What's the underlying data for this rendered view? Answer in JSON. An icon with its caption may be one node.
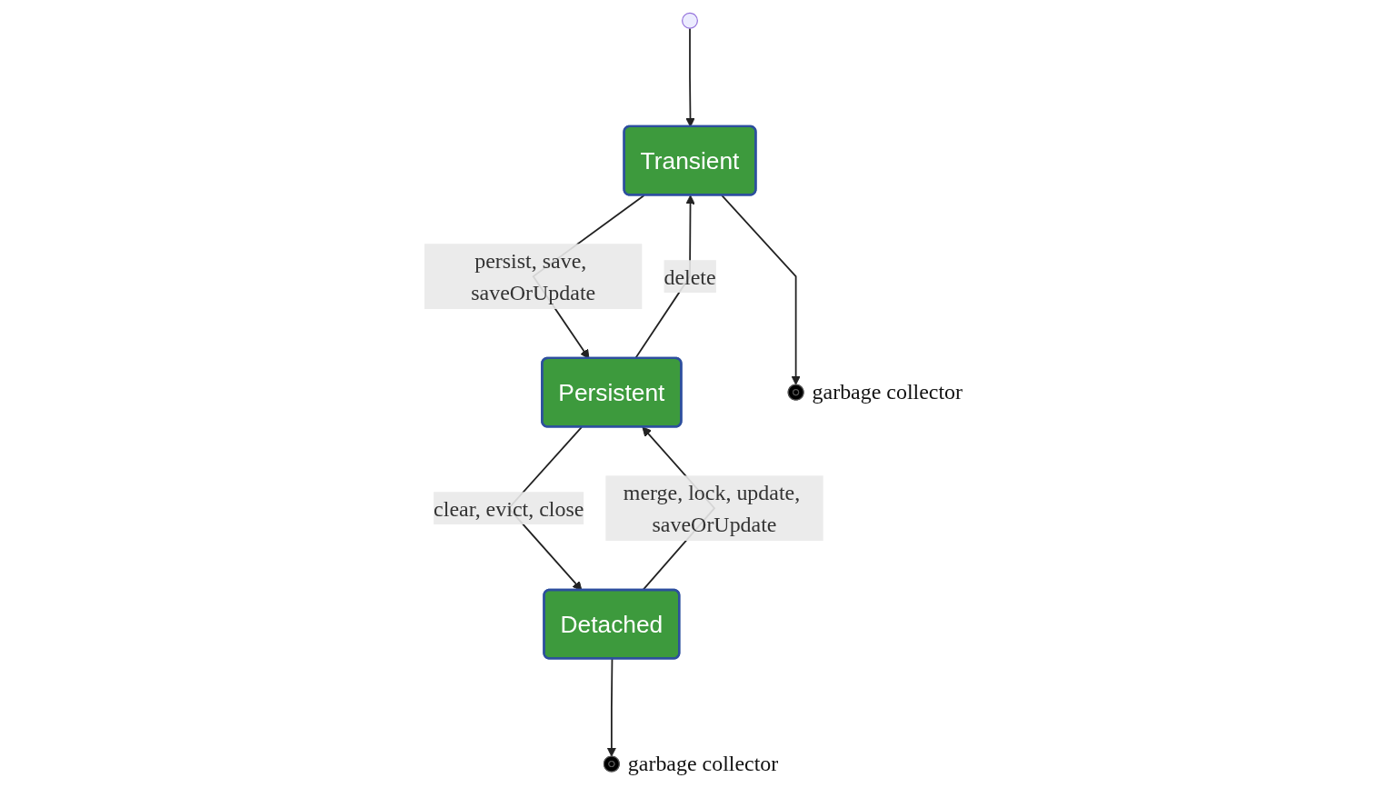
{
  "diagram": {
    "nodes": [
      {
        "text": [],
        "shape": "circle"
      },
      {
        "text": [
          "Transient"
        ]
      },
      {
        "text": [
          "Persistent"
        ]
      },
      {
        "text": [
          "Detached"
        ]
      },
      {
        "text": [],
        "shape": "circle",
        "beside": [
          "garbage collector"
        ]
      },
      {
        "text": [],
        "shape": "circle",
        "beside": [
          "garbage collector"
        ]
      }
    ],
    "edges": [
      {
        "from": 0,
        "to": 1,
        "arrow": "to"
      },
      {
        "from": 1,
        "to": 4,
        "arrow": "to"
      },
      {
        "from": 2,
        "to": 1,
        "label": "delete",
        "arrow": "to"
      },
      {
        "from": 1,
        "to": 2,
        "label": "persist, save, saveOrUpdate",
        "arrow": "to"
      },
      {
        "from": 2,
        "to": 3,
        "label": "clear, evict, close",
        "arrow": "to"
      },
      {
        "from": 3,
        "to": 2,
        "label": "merge, lock, update, saveOrUpdate",
        "arrow": "to"
      },
      {
        "from": 3,
        "to": 5,
        "arrow": "to"
      }
    ]
  }
}
